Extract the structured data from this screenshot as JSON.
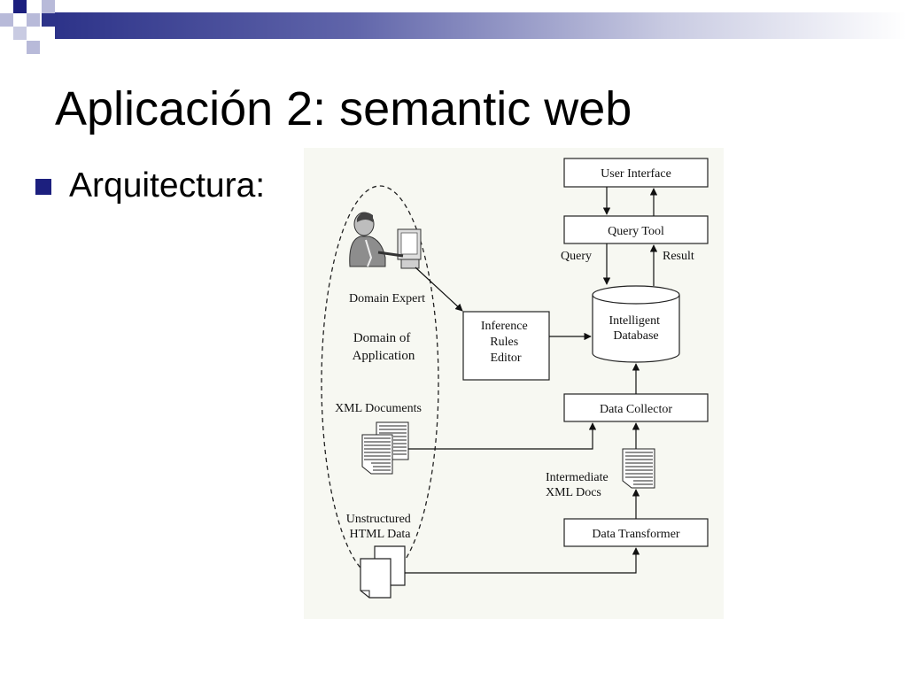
{
  "slide": {
    "title": "Aplicación 2: semantic web",
    "bullet": "Arquitectura:",
    "colors": {
      "accent": "#1c1f7e",
      "bar_dark": "#2d3389",
      "bar_light": "#c9cbe2",
      "diagram_bg": "#f7f8f2"
    }
  },
  "diagram": {
    "user_interface": "User Interface",
    "query_tool": "Query Tool",
    "query_label": "Query",
    "result_label": "Result",
    "intelligent_database": [
      "Intelligent",
      "Database"
    ],
    "inference_rules_editor": [
      "Inference",
      "Rules",
      "Editor"
    ],
    "data_collector": "Data Collector",
    "intermediate_xml_docs": [
      "Intermediate",
      "XML Docs"
    ],
    "data_transformer": "Data Transformer",
    "domain_expert": "Domain Expert",
    "domain_of_application": [
      "Domain of",
      "Application"
    ],
    "xml_documents": "XML Documents",
    "unstructured_html_data": [
      "Unstructured",
      "HTML Data"
    ],
    "icons": [
      "domain-expert-person-icon",
      "xml-documents-stack-icon",
      "intermediate-xml-docs-stack-icon",
      "html-documents-icon"
    ]
  }
}
